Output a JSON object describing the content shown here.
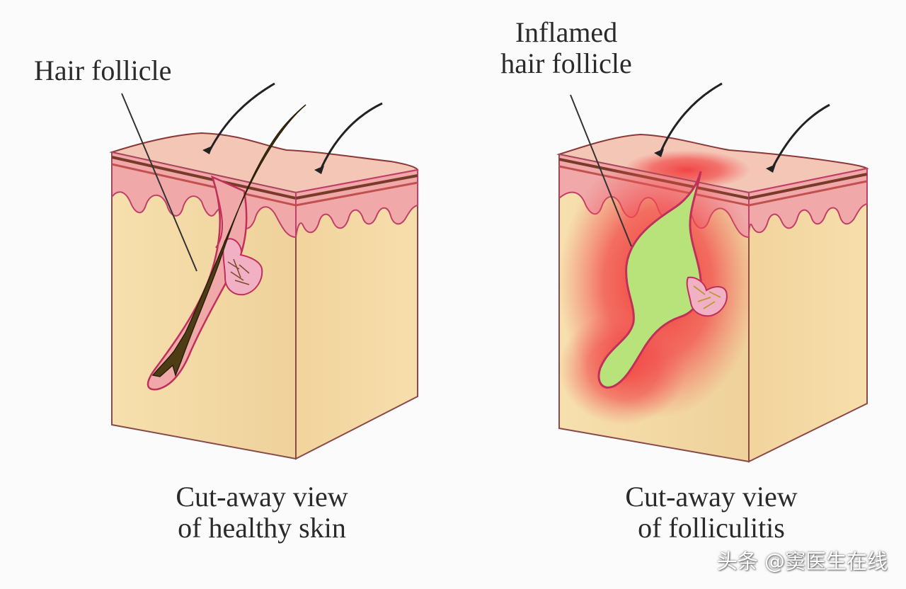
{
  "left_panel": {
    "pointer_label": "Hair follicle",
    "caption_line1": "Cut-away view",
    "caption_line2": "of healthy skin"
  },
  "right_panel": {
    "pointer_label_line1": "Inflamed",
    "pointer_label_line2": "hair follicle",
    "caption_line1": "Cut-away view",
    "caption_line2": "of folliculitis"
  },
  "watermark": "头条 @窦医生在线",
  "colors": {
    "background": "#fbfbfb",
    "dermis": "#f2d9a4",
    "epidermis": "#f0a8a8",
    "skin_surface": "#f4c6b6",
    "hair": "#4e3d14",
    "pus": "#b8e27a",
    "inflammation": "#f03a3a"
  }
}
